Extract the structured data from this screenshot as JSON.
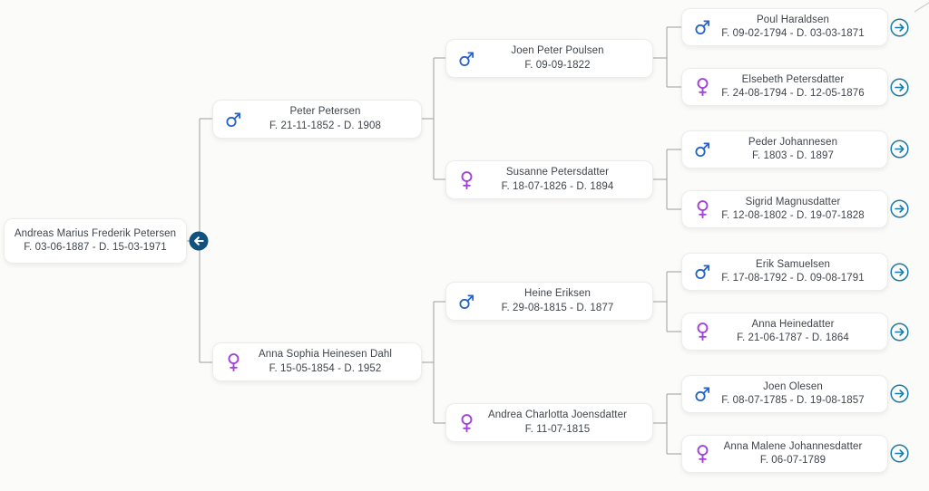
{
  "view": {
    "kind": "family-tree-pedigree",
    "colors": {
      "background": "#fbfbf9",
      "card_bg": "#ffffff",
      "card_border": "#ececea",
      "text": "#3f454b",
      "male_icon": "#2563c8",
      "female_icon": "#a342da",
      "connector": "#9e9e9e",
      "collapse_button_bg": "#11517e",
      "collapse_button_arrow": "#ffffff",
      "expand_button_stroke": "#1a7aa8"
    },
    "icons": {
      "male": "mars-symbol ♂",
      "female": "venus-symbol ♀",
      "collapse": "left-arrow in filled circle ←",
      "expand": "right-arrow in outlined circle →"
    }
  },
  "persons": [
    {
      "generation": "root",
      "name": "Andreas Marius Frederik Petersen",
      "dates": "F. 03-06-1887 - D. 15-03-1971",
      "gender": null,
      "expandable": false,
      "collapsible": true
    },
    {
      "generation": "parent",
      "name": "Peter Petersen",
      "dates": "F. 21-11-1852 - D. 1908",
      "gender": "male",
      "expandable": false
    },
    {
      "generation": "parent",
      "name": "Anna Sophia Heinesen Dahl",
      "dates": "F. 15-05-1854 - D. 1952",
      "gender": "female",
      "expandable": false
    },
    {
      "generation": "grandparent",
      "name": "Joen Peter Poulsen",
      "dates": "F. 09-09-1822",
      "gender": "male",
      "expandable": false
    },
    {
      "generation": "grandparent",
      "name": "Susanne Petersdatter",
      "dates": "F. 18-07-1826 - D. 1894",
      "gender": "female",
      "expandable": false
    },
    {
      "generation": "grandparent",
      "name": "Heine Eriksen",
      "dates": "F. 29-08-1815 - D. 1877",
      "gender": "male",
      "expandable": false
    },
    {
      "generation": "grandparent",
      "name": "Andrea Charlotta Joensdatter",
      "dates": "F. 11-07-1815",
      "gender": "female",
      "expandable": false
    },
    {
      "generation": "great-grandparent",
      "name": "Poul Haraldsen",
      "dates": "F. 09-02-1794 - D. 03-03-1871",
      "gender": "male",
      "expandable": true
    },
    {
      "generation": "great-grandparent",
      "name": "Elsebeth Petersdatter",
      "dates": "F. 24-08-1794 - D. 12-05-1876",
      "gender": "female",
      "expandable": true
    },
    {
      "generation": "great-grandparent",
      "name": "Peder Johannesen",
      "dates": "F. 1803 - D. 1897",
      "gender": "male",
      "expandable": true
    },
    {
      "generation": "great-grandparent",
      "name": "Sigrid Magnusdatter",
      "dates": "F. 12-08-1802 - D. 19-07-1828",
      "gender": "female",
      "expandable": true
    },
    {
      "generation": "great-grandparent",
      "name": "Erik Samuelsen",
      "dates": "F. 17-08-1792 - D. 09-08-1791",
      "gender": "male",
      "expandable": true
    },
    {
      "generation": "great-grandparent",
      "name": "Anna Heinedatter",
      "dates": "F. 21-06-1787 - D. 1864",
      "gender": "female",
      "expandable": true
    },
    {
      "generation": "great-grandparent",
      "name": "Joen Olesen",
      "dates": "F. 08-07-1785 - D. 19-08-1857",
      "gender": "male",
      "expandable": true
    },
    {
      "generation": "great-grandparent",
      "name": "Anna Malene Johannesdatter",
      "dates": "F. 06-07-1789",
      "gender": "female",
      "expandable": true
    }
  ]
}
